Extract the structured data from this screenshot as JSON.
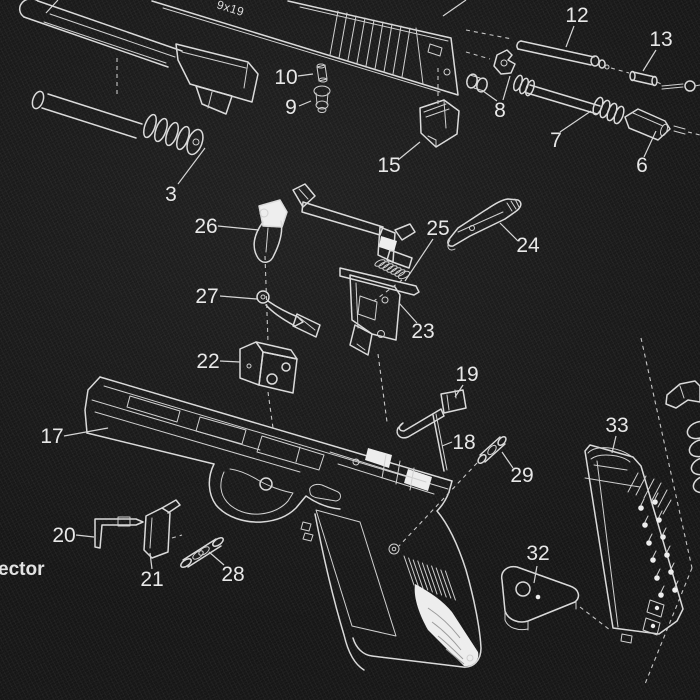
{
  "scene": {
    "description": "exploded parts diagram of pistol printed on black mat",
    "slide_marking": "9x19",
    "corner_partial_text": "ector",
    "colors": {
      "background": "#0e0e0e",
      "line": "#d9d9d9",
      "label_text": "#e7e7e7",
      "highlight_fill": "#ededed"
    },
    "part_labels": {
      "3": "3",
      "6": "6",
      "7": "7",
      "8": "8",
      "9": "9",
      "10": "10",
      "12": "12",
      "13": "13",
      "15": "15",
      "17": "17",
      "18": "18",
      "19": "19",
      "20": "20",
      "21": "21",
      "22": "22",
      "23": "23",
      "24": "24",
      "25": "25",
      "26": "26",
      "27": "27",
      "28": "28",
      "29": "29",
      "32": "32",
      "33": "33"
    }
  }
}
